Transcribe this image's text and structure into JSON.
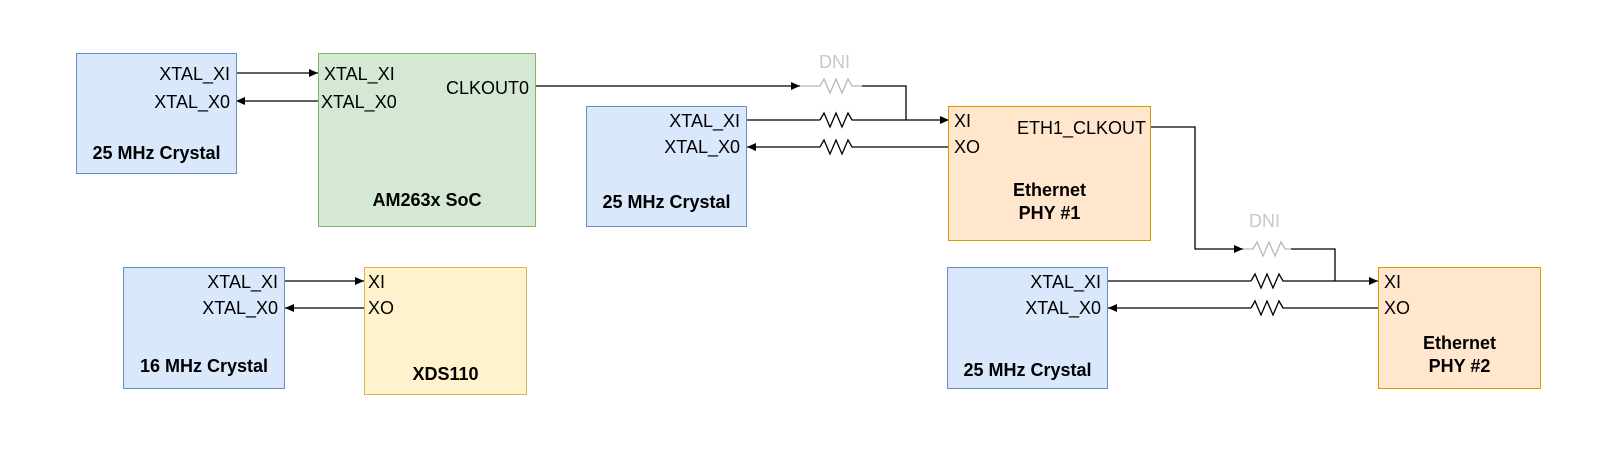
{
  "blocks": {
    "crystal_1": {
      "pin_xi": "XTAL_XI",
      "pin_xo": "XTAL_X0",
      "title": "25 MHz Crystal"
    },
    "soc": {
      "pin_xi": "XTAL_XI",
      "pin_xo": "XTAL_X0",
      "pin_clkout": "CLKOUT0",
      "title": "AM263x SoC"
    },
    "crystal_2": {
      "pin_xi": "XTAL_XI",
      "pin_xo": "XTAL_X0",
      "title": "25 MHz Crystal"
    },
    "phy1": {
      "pin_xi": "XI",
      "pin_xo": "XO",
      "pin_clkout": "ETH1_CLKOUT",
      "title_line1": "Ethernet",
      "title_line2": "PHY #1"
    },
    "crystal_3": {
      "pin_xi": "XTAL_XI",
      "pin_xo": "XTAL_X0",
      "title": "16 MHz Crystal"
    },
    "xds110": {
      "pin_xi": "XI",
      "pin_xo": "XO",
      "title": "XDS110"
    },
    "crystal_4": {
      "pin_xi": "XTAL_XI",
      "pin_xo": "XTAL_X0",
      "title": "25 MHz Crystal"
    },
    "phy2": {
      "pin_xi": "XI",
      "pin_xo": "XO",
      "title_line1": "Ethernet",
      "title_line2": "PHY #2"
    }
  },
  "dni_labels": {
    "top": "DNI",
    "bottom": "DNI"
  },
  "colors": {
    "crystal_fill": "#dae8fc",
    "crystal_border": "#6c8ebf",
    "soc_fill": "#d5e8d4",
    "soc_border": "#82b366",
    "phy_fill": "#ffe6cc",
    "phy_border": "#d79b00",
    "xds_fill": "#fff2cc",
    "xds_border": "#d6b656",
    "dni_color": "#c8c8c8"
  }
}
